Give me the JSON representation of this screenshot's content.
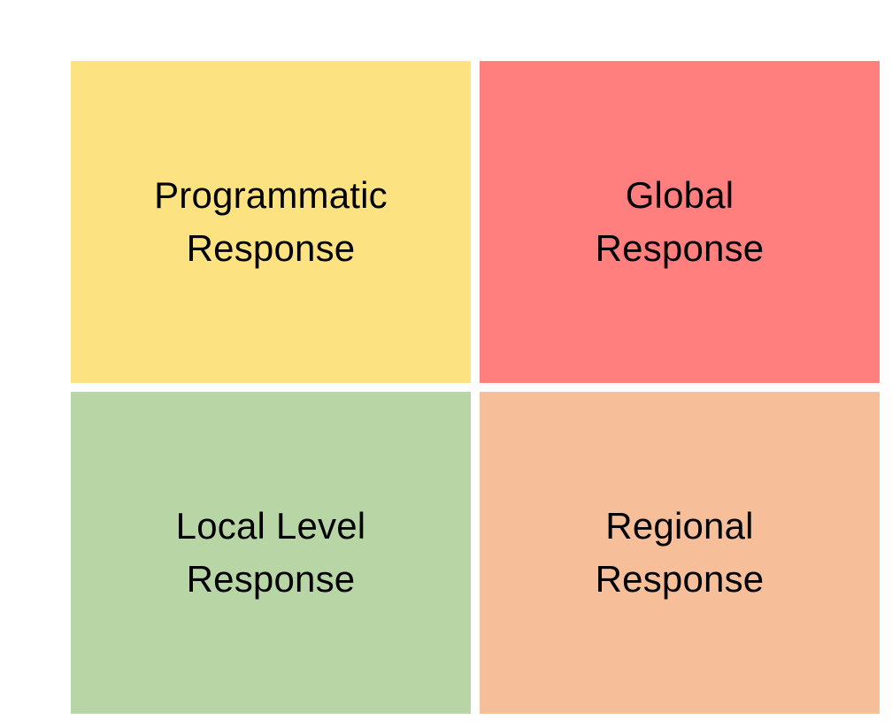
{
  "quadrants": {
    "top_left": {
      "line1": "Programmatic",
      "line2": "Response",
      "color": "#FDE281"
    },
    "top_right": {
      "line1": "Global",
      "line2": "Response",
      "color": "#FF7F7F"
    },
    "bottom_left": {
      "line1": "Local Level",
      "line2": "Response",
      "color": "#B8D6A5"
    },
    "bottom_right": {
      "line1": "Regional",
      "line2": "Response",
      "color": "#F6BE99"
    }
  }
}
